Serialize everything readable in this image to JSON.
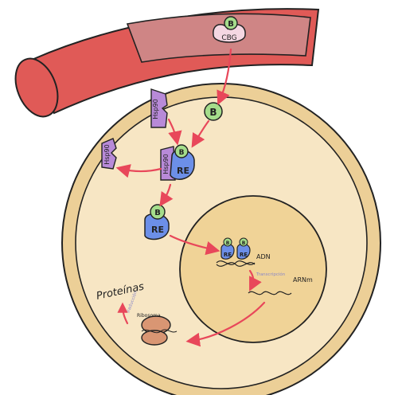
{
  "colors": {
    "vessel_outer": "#e05a57",
    "vessel_inner": "#cf8585",
    "cell_border": "#eccf97",
    "cytoplasm": "#f7e6c4",
    "nucleus": "#f0d397",
    "hormone": "#a5dd8b",
    "hsp": "#b88ad8",
    "receptor": "#6c8fe8",
    "arrow": "#e8475a",
    "ribosome": "#d99673"
  },
  "icons": {
    "cortisol": "green-circle-b",
    "cbg": "pink-carrier-protein",
    "hsp": "purple-hsp90-shape",
    "receptor": "blue-re-receptor",
    "dna": "double-helix",
    "mrna": "wavy-strand",
    "ribosome": "two-subunit-blob"
  },
  "labels": {
    "hormone_b": "B",
    "cbg": "CBG",
    "hsp": "Hsp90",
    "receptor": "RE",
    "adn": "ADN",
    "transcription": "Transcripción",
    "arnm": "ARNm",
    "ribosome": "Ribosoma",
    "translation": "Traducción",
    "proteins": "Proteínas"
  }
}
